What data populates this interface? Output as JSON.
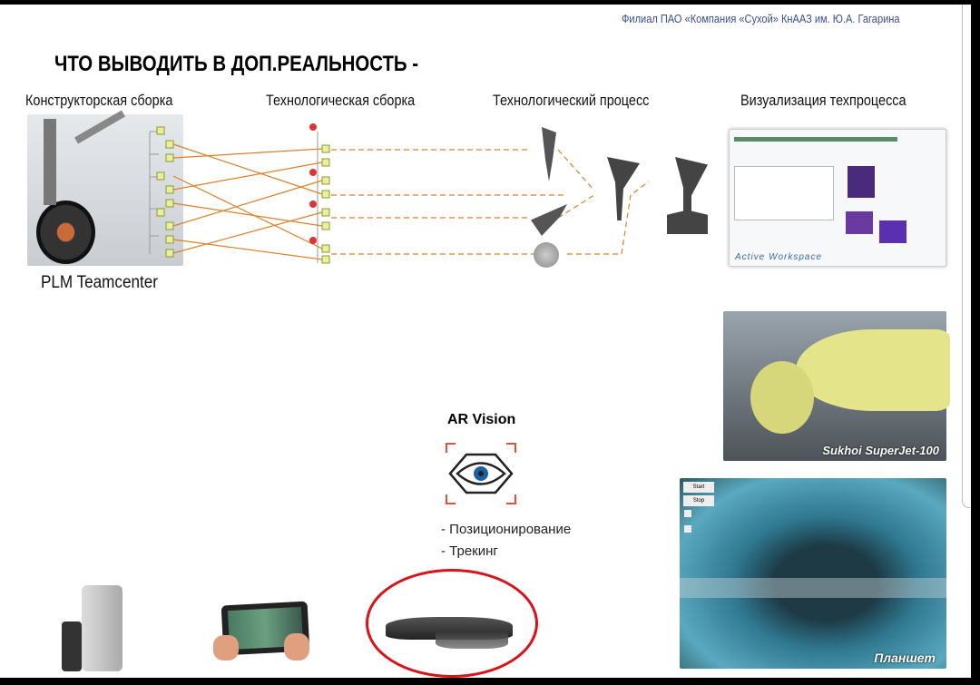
{
  "header": {
    "branch": "Филиал ПАО «Компания «Сухой» КнААЗ им. Ю.А. Гагарина",
    "title": "ЧТО ВЫВОДИТЬ В ДОП.РЕАЛЬНОСТЬ -"
  },
  "columns": [
    "Конструкторская сборка",
    "Технологическая сборка",
    "Технологический процесс",
    "Визуализация техпроцесса"
  ],
  "plm_label": "PLM Teamcenter",
  "workspace_label": "Active Workspace",
  "superjet_label": "Sukhoi SuperJet-100",
  "tablet_label": "Планшет",
  "tablet_buttons": [
    "Start",
    "Stop"
  ],
  "ar": {
    "title": "AR Vision",
    "bullets": [
      "- Позиционирование",
      "- Трекинг"
    ],
    "icon": "eye-frame-icon"
  },
  "colors": {
    "accent_orange": "#d9822b",
    "ar_red": "#e0503a",
    "circle_red": "#d8141b",
    "branch_text": "#3a4f8a"
  }
}
